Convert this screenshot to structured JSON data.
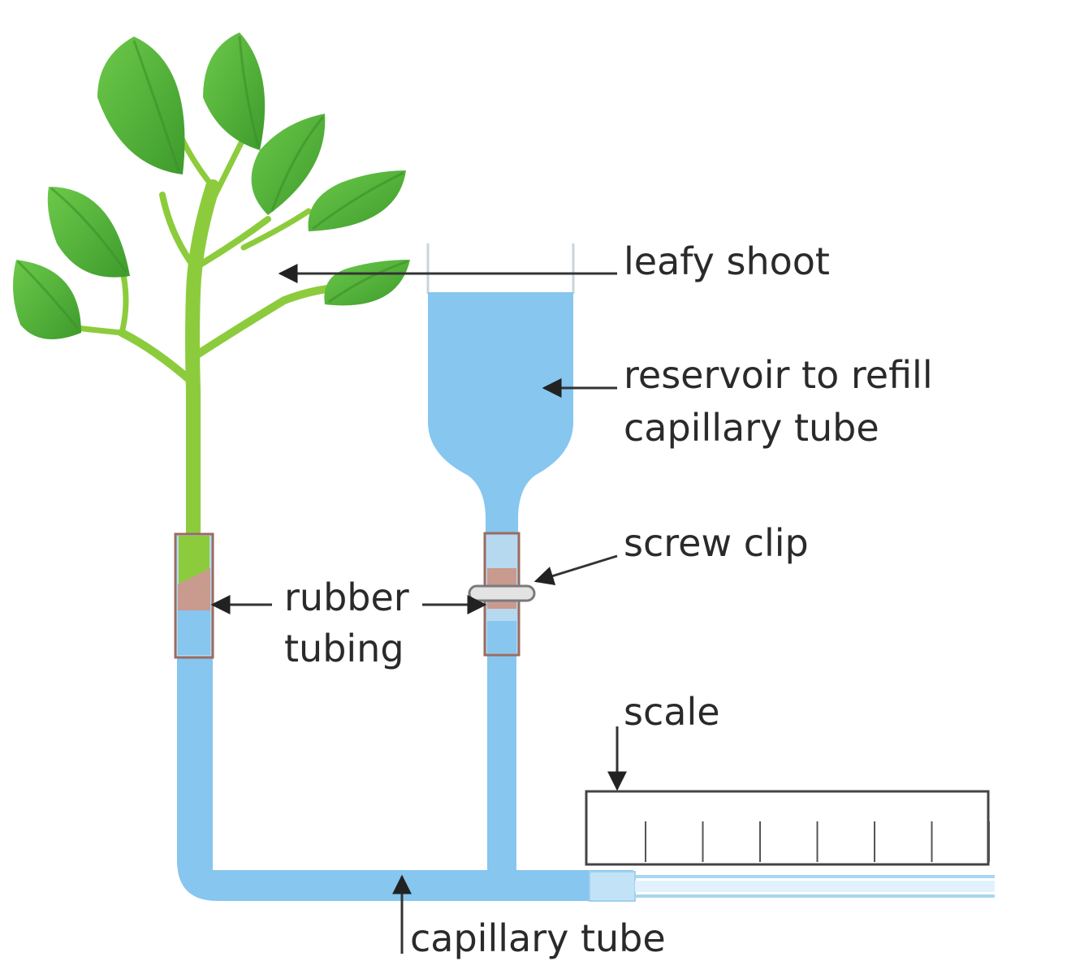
{
  "labels": {
    "leafy_shoot": "leafy shoot",
    "reservoir_line1": "reservoir to refill",
    "reservoir_line2": "capillary tube",
    "screw_clip": "screw clip",
    "rubber_line1": "rubber",
    "rubber_line2": "tubing",
    "scale": "scale",
    "capillary_tube": "capillary tube"
  },
  "colors": {
    "water": "#86c6ef",
    "water_light": "#c2e3f7",
    "leaf": "#5bb63e",
    "leaf_dark": "#3e9b2c",
    "stem": "#8ccc3c",
    "rubber": "#c99a8e",
    "rubber_dark": "#9a6b60"
  },
  "scale": {
    "tick_count": 6
  }
}
